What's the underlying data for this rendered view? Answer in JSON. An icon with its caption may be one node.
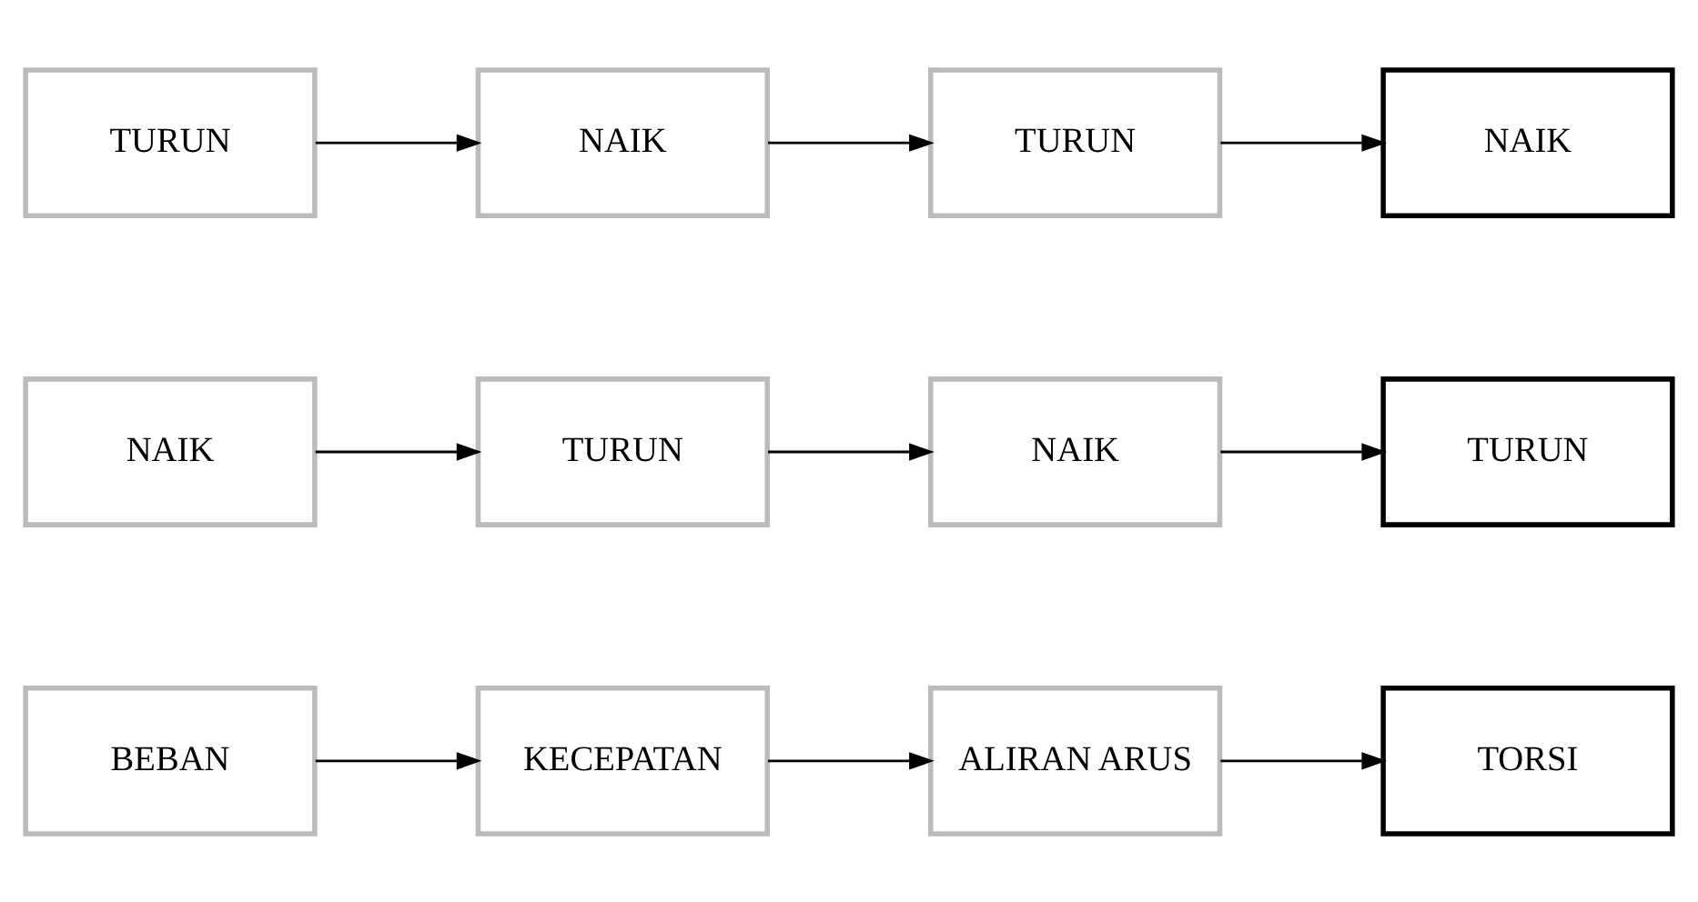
{
  "diagram": {
    "nodes": [
      {
        "text": [
          "BEBAN"
        ]
      },
      {
        "text": [
          "KECEPATAN"
        ]
      },
      {
        "text": [
          "ALIRAN ARUS"
        ]
      },
      {
        "text": [
          "TORSI"
        ]
      },
      {
        "text": [
          "NAIK"
        ]
      },
      {
        "text": [
          "TURUN"
        ]
      },
      {
        "text": [
          "NAIK"
        ]
      },
      {
        "text": [
          "TURUN"
        ]
      },
      {
        "text": [
          "TURUN"
        ]
      },
      {
        "text": [
          "NAIK"
        ]
      },
      {
        "text": [
          "TURUN"
        ]
      },
      {
        "text": [
          "NAIK"
        ]
      }
    ],
    "edges": [
      {
        "from": 0,
        "to": 1,
        "arrow": "to"
      },
      {
        "from": 1,
        "to": 2,
        "arrow": "to"
      },
      {
        "from": 2,
        "to": 3,
        "arrow": "to"
      },
      {
        "from": 4,
        "to": 5,
        "arrow": "to"
      },
      {
        "from": 5,
        "to": 6,
        "arrow": "to"
      },
      {
        "from": 6,
        "to": 7,
        "arrow": "to"
      },
      {
        "from": 8,
        "to": 9,
        "arrow": "to"
      },
      {
        "from": 9,
        "to": 10,
        "arrow": "to"
      },
      {
        "from": 10,
        "to": 11,
        "arrow": "to"
      }
    ]
  }
}
